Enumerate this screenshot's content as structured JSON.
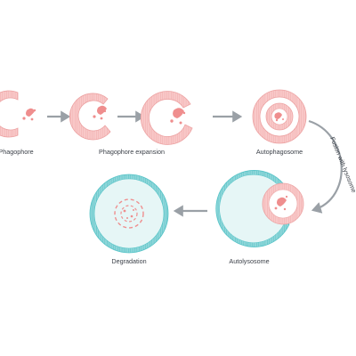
{
  "stages": [
    {
      "id": "phagophore",
      "label": "Phagophore"
    },
    {
      "id": "phagophore-expansion",
      "label": "Phagophore expansion"
    },
    {
      "id": "autophagosome",
      "label": "Autophagosome"
    },
    {
      "id": "autolysosome",
      "label": "Autolysosome"
    },
    {
      "id": "degradation",
      "label": "Degradation"
    }
  ],
  "fusion_label": "Fusion with lysosome",
  "colors": {
    "membrane_fill": "#f9c9c9",
    "membrane_stroke": "#eda3a3",
    "cargo": "#ef8e8e",
    "lysosome_fill": "#e6f6f6",
    "lysosome_stroke": "#55c3c7",
    "arrow": "#9aa0a6",
    "text": "#3a3f47"
  }
}
